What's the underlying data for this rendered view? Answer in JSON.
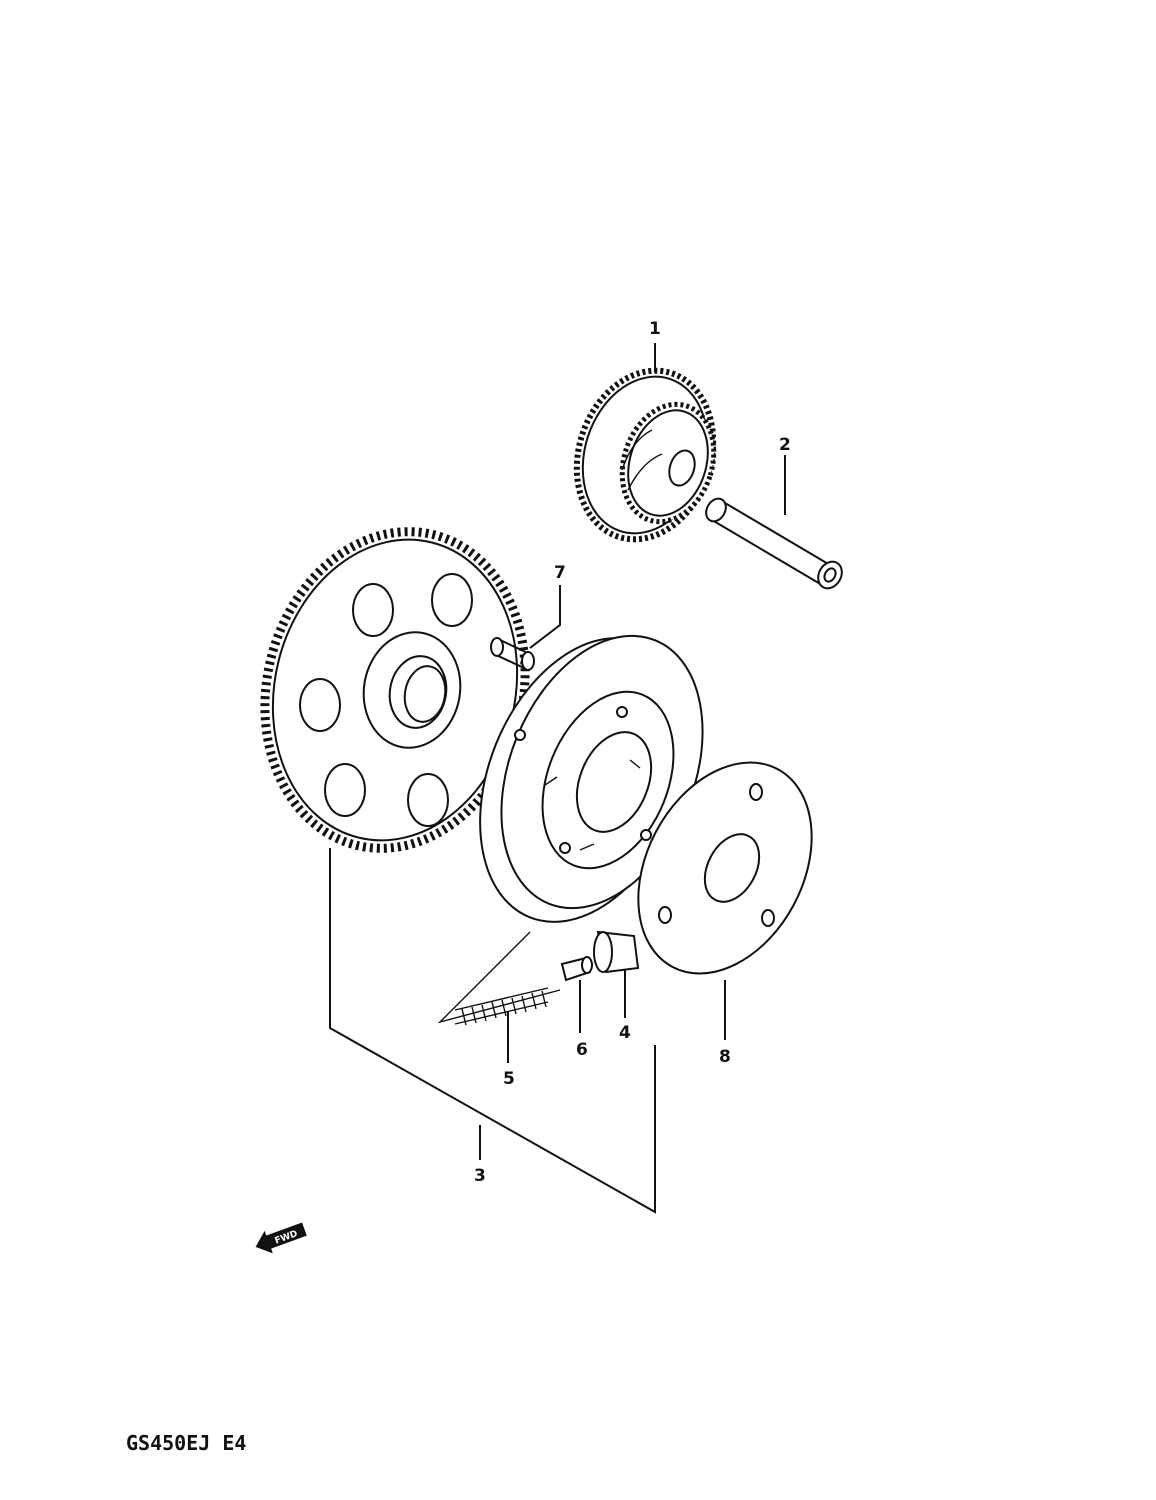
{
  "callouts": [
    {
      "id": "1",
      "label": "1"
    },
    {
      "id": "2",
      "label": "2"
    },
    {
      "id": "3",
      "label": "3"
    },
    {
      "id": "4",
      "label": "4"
    },
    {
      "id": "5",
      "label": "5"
    },
    {
      "id": "6",
      "label": "6"
    },
    {
      "id": "7",
      "label": "7"
    },
    {
      "id": "8",
      "label": "8"
    }
  ],
  "direction_marker": {
    "label": "FWD",
    "icon": "arrow-left-icon"
  },
  "footer_code": "GS450EJ E4"
}
